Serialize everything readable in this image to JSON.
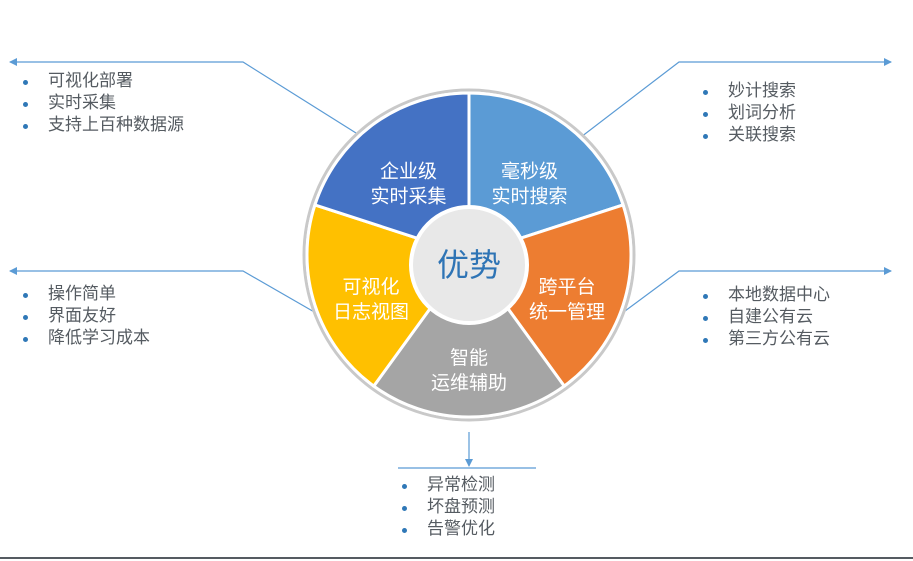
{
  "center": {
    "label": "优势"
  },
  "segments": [
    {
      "id": "realtime-collect",
      "line1": "企业级",
      "line2": "实时采集",
      "color": "#4472c4"
    },
    {
      "id": "ms-search",
      "line1": "毫秒级",
      "line2": "实时搜索",
      "color": "#5b9bd5"
    },
    {
      "id": "cross-platform",
      "line1": "跨平台",
      "line2": "统一管理",
      "color": "#ed7d31"
    },
    {
      "id": "smart-ops",
      "line1": "智能",
      "line2": "运维辅助",
      "color": "#a5a5a5"
    },
    {
      "id": "visual-log",
      "line1": "可视化",
      "line2": "日志视图",
      "color": "#ffc000"
    }
  ],
  "lists": {
    "top_left": [
      "可视化部署",
      "实时采集",
      "支持上百种数据源"
    ],
    "mid_left": [
      "操作简单",
      "界面友好",
      "降低学习成本"
    ],
    "top_right": [
      "妙计搜索",
      "划词分析",
      "关联搜索"
    ],
    "mid_right": [
      "本地数据中心",
      "自建公有云",
      "第三方公有云"
    ],
    "bottom": [
      "异常检测",
      "坏盘预测",
      "告警优化"
    ]
  },
  "colors": {
    "connector": "#5b9bd5",
    "bullet": "#2f78b7",
    "text": "#555b61",
    "ring_edge": "#c9c9c9"
  }
}
